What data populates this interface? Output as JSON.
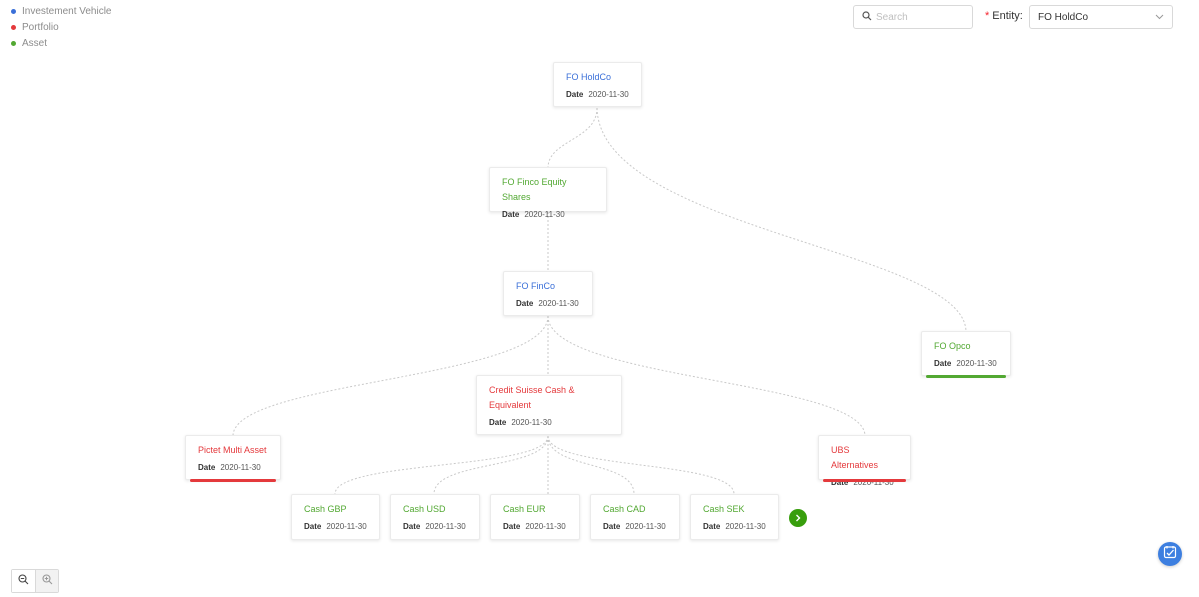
{
  "legend": [
    {
      "label": "Investement Vehicle",
      "color": "#3a6fd8"
    },
    {
      "label": "Portfolio",
      "color": "#e4393c"
    },
    {
      "label": "Asset",
      "color": "#52a832"
    }
  ],
  "search": {
    "placeholder": "Search",
    "icon": "search-icon"
  },
  "entity": {
    "required_mark": "*",
    "label": "Entity",
    "value": "FO HoldCo",
    "icon": "chevron-down-icon"
  },
  "nodes": {
    "holdco": {
      "title": "FO HoldCo",
      "date_label": "Date",
      "date": "2020-11-30",
      "type": "investment"
    },
    "finco_equity": {
      "title": "FO Finco Equity Shares",
      "date_label": "Date",
      "date": "2020-11-30",
      "type": "asset"
    },
    "finco": {
      "title": "FO FinCo",
      "date_label": "Date",
      "date": "2020-11-30",
      "type": "investment"
    },
    "opco": {
      "title": "FO Opco",
      "date_label": "Date",
      "date": "2020-11-30",
      "type": "asset"
    },
    "credit_suisse": {
      "title": "Credit Suisse Cash & Equivalent",
      "date_label": "Date",
      "date": "2020-11-30",
      "type": "portfolio"
    },
    "pictet": {
      "title": "Pictet Multi Asset",
      "date_label": "Date",
      "date": "2020-11-30",
      "type": "portfolio"
    },
    "ubs": {
      "title": "UBS Alternatives",
      "date_label": "Date",
      "date": "2020-11-30",
      "type": "portfolio"
    },
    "cash_gbp": {
      "title": "Cash GBP",
      "date_label": "Date",
      "date": "2020-11-30",
      "type": "asset"
    },
    "cash_usd": {
      "title": "Cash USD",
      "date_label": "Date",
      "date": "2020-11-30",
      "type": "asset"
    },
    "cash_eur": {
      "title": "Cash EUR",
      "date_label": "Date",
      "date": "2020-11-30",
      "type": "asset"
    },
    "cash_cad": {
      "title": "Cash CAD",
      "date_label": "Date",
      "date": "2020-11-30",
      "type": "asset"
    },
    "cash_sek": {
      "title": "Cash SEK",
      "date_label": "Date",
      "date": "2020-11-30",
      "type": "asset"
    }
  },
  "controls": {
    "next_icon": "chevron-right-icon",
    "zoom_out_icon": "zoom-out-icon",
    "zoom_in_icon": "zoom-in-icon",
    "fab_icon": "checklist-icon"
  },
  "colors": {
    "investment": "#3a6fd8",
    "portfolio": "#e4393c",
    "asset": "#52a832",
    "next": "#389e0d",
    "fab": "#3d7fe0"
  }
}
